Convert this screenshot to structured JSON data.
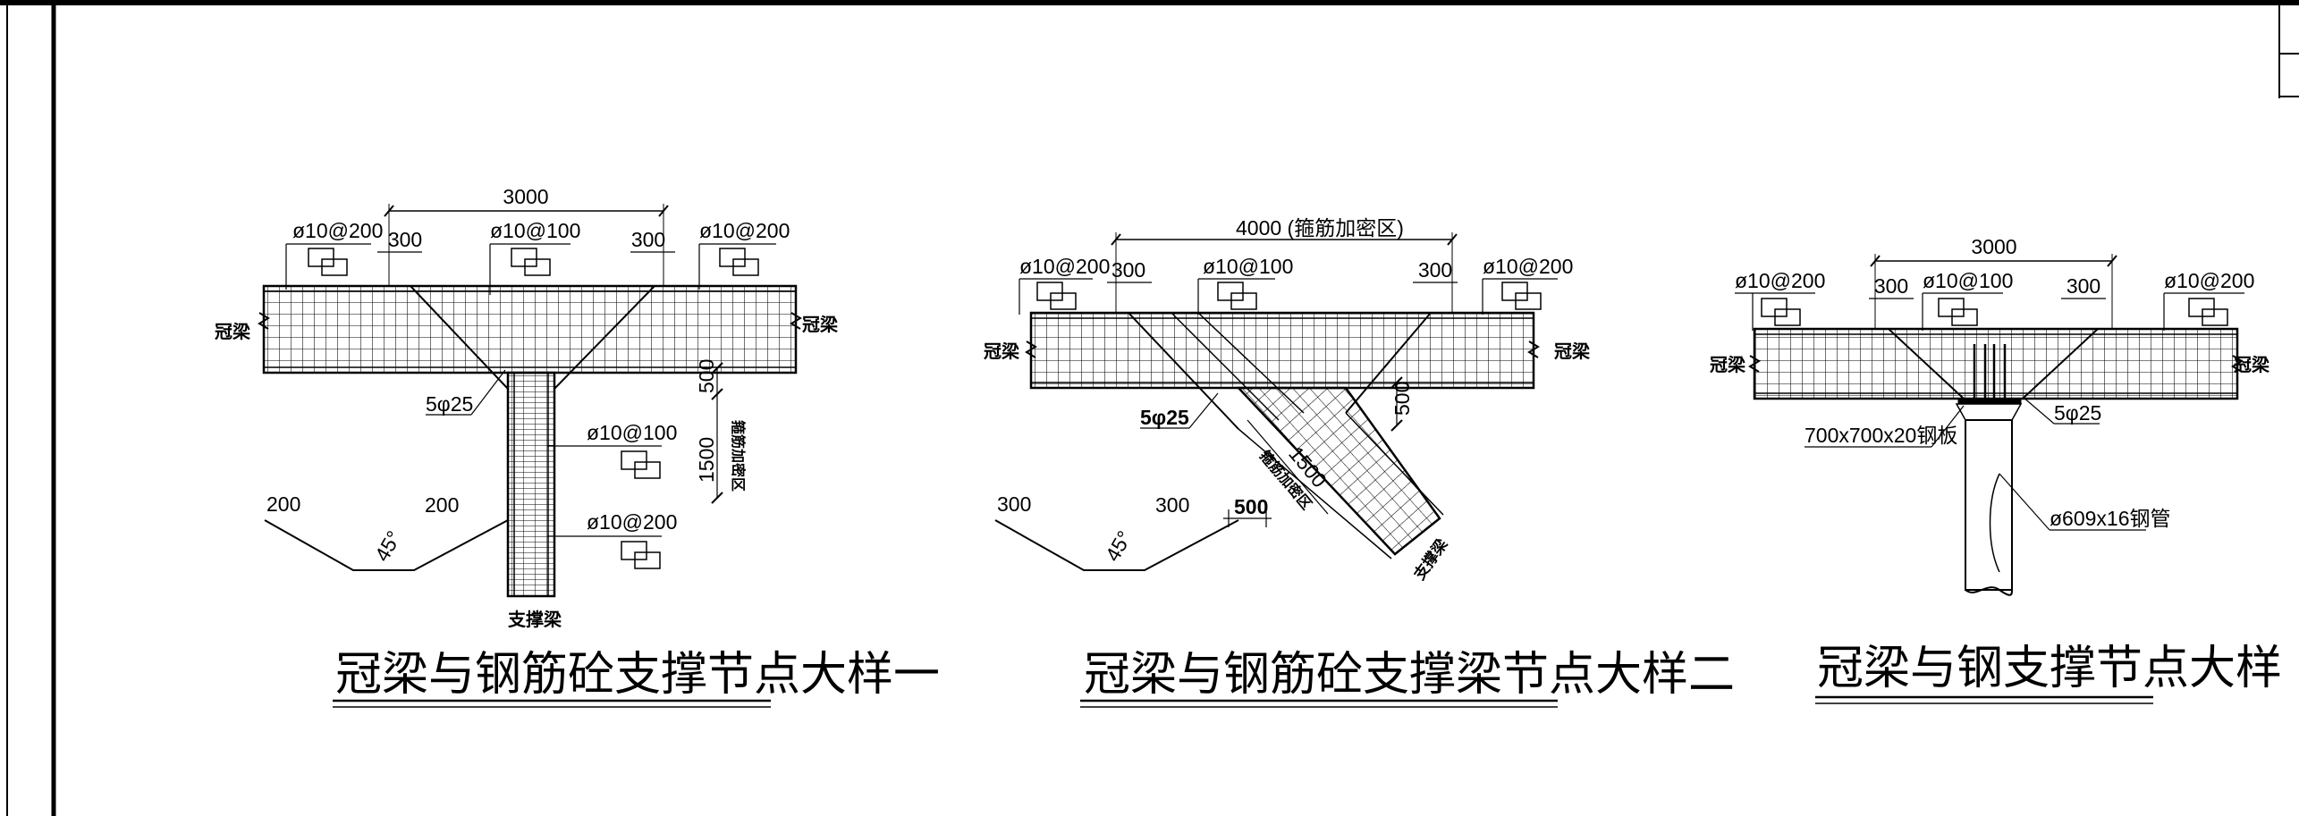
{
  "details": [
    {
      "title": "冠梁与钢筋砼支撑节点大样一",
      "dims": {
        "span": "3000",
        "left_300": "300",
        "right_300": "300",
        "vertical_500": "500",
        "vertical_1500": "1500"
      },
      "rebar": {
        "left_stirrup": "ø10@200",
        "center_stirrup": "ø10@100",
        "right_stirrup": "ø10@200",
        "main_bars": "5φ25",
        "brace_stirrup_dense": "ø10@100",
        "brace_stirrup": "ø10@200"
      },
      "labels": {
        "crown_beam_left": "冠梁",
        "crown_beam_right": "冠梁",
        "brace_beam": "支撑梁",
        "dense_zone": "箍筋加密区"
      },
      "hook": {
        "left": "200",
        "right": "200",
        "angle": "45°"
      }
    },
    {
      "title": "冠梁与钢筋砼支撑梁节点大样二",
      "dims": {
        "span": "4000 (箍筋加密区)",
        "left_300": "300",
        "right_300": "300",
        "vertical_500": "500",
        "diag_1500": "1500",
        "small_500": "500"
      },
      "rebar": {
        "left_stirrup": "ø10@200",
        "center_stirrup": "ø10@100",
        "right_stirrup": "ø10@200",
        "main_bars": "5φ25"
      },
      "labels": {
        "crown_beam_left": "冠梁",
        "crown_beam_right": "冠梁",
        "brace_beam": "支撑梁",
        "dense_zone": "箍筋加密区"
      },
      "hook": {
        "left": "300",
        "right": "300",
        "angle": "45°"
      }
    },
    {
      "title": "冠梁与钢支撑节点大样",
      "dims": {
        "span": "3000",
        "left_300": "300",
        "right_300": "300"
      },
      "rebar": {
        "left_stirrup": "ø10@200",
        "center_stirrup": "ø10@100",
        "right_stirrup": "ø10@200",
        "main_bars": "5φ25"
      },
      "labels": {
        "crown_beam_left": "冠梁",
        "crown_beam_right": "冠梁",
        "steel_plate": "700x700x20钢板",
        "steel_pipe": "ø609x16钢管"
      }
    }
  ]
}
